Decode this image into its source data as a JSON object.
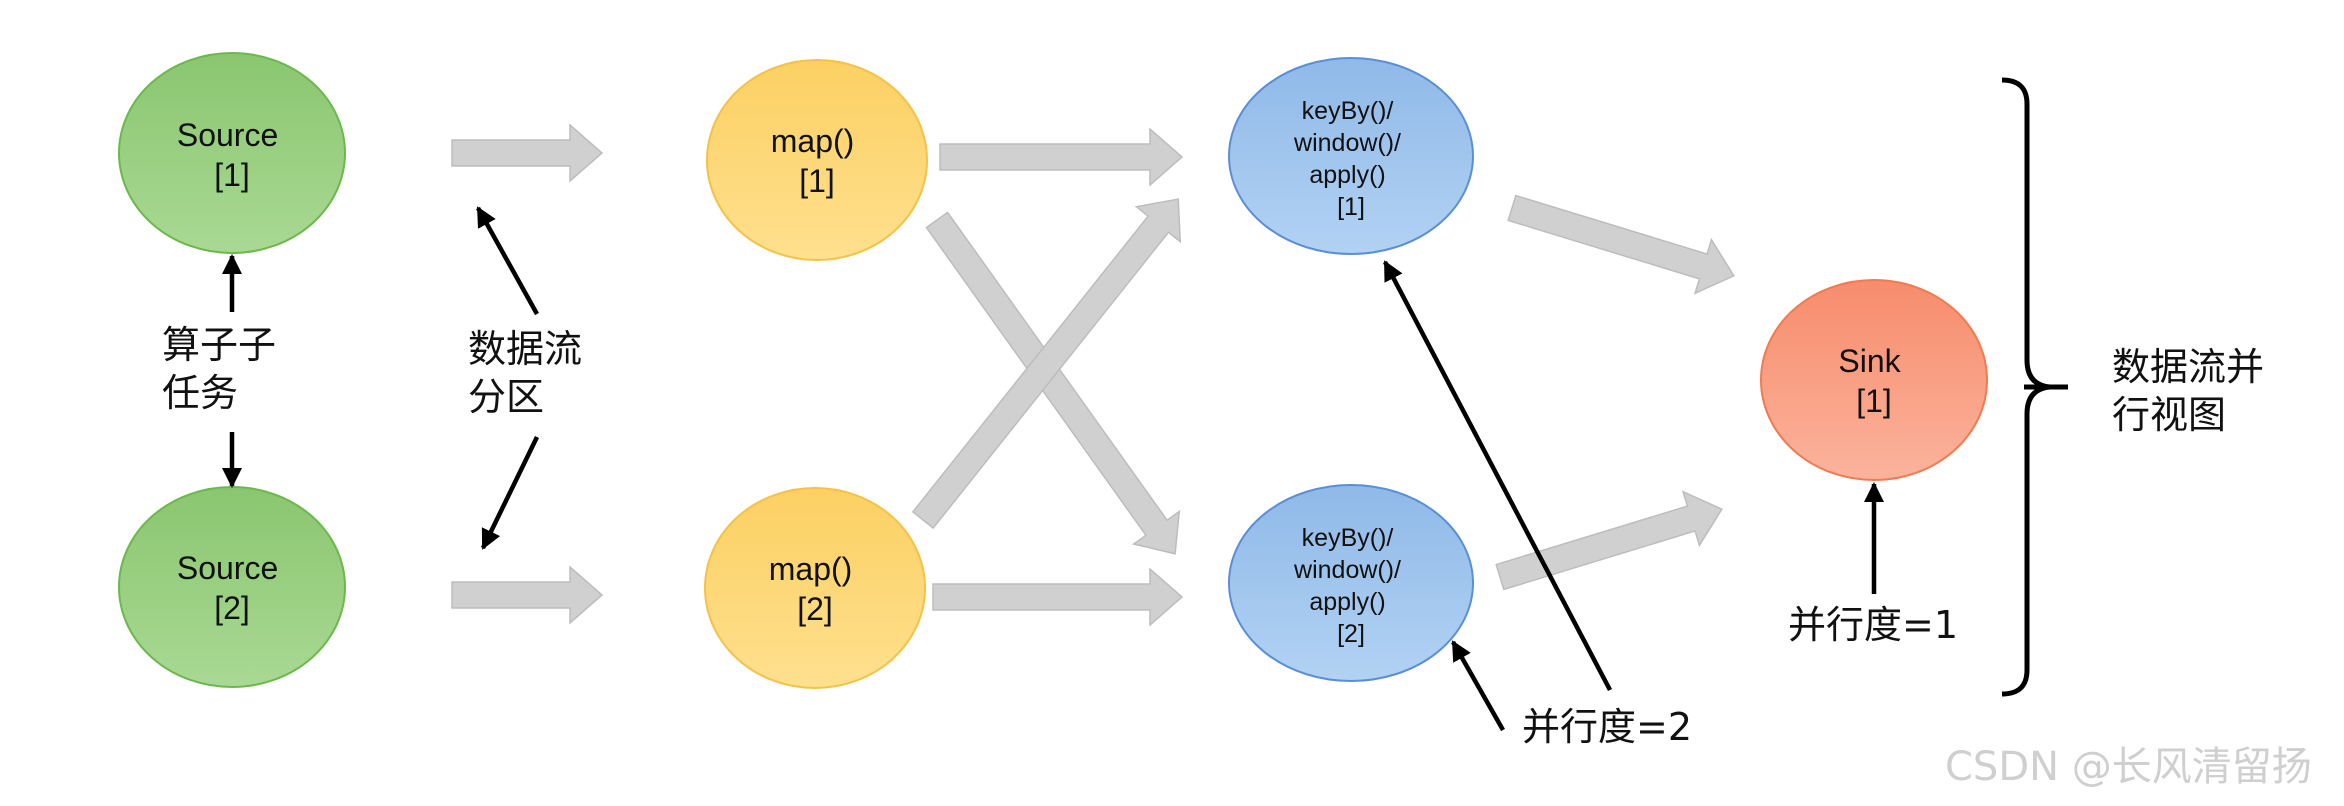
{
  "nodes": {
    "source1": {
      "lines": [
        "Source",
        "[1]"
      ],
      "color": "#93cc7b"
    },
    "source2": {
      "lines": [
        "Source",
        "[2]"
      ],
      "color": "#93cc7b"
    },
    "map1": {
      "lines": [
        "map()",
        "[1]"
      ],
      "color": "#fdd76e"
    },
    "map2": {
      "lines": [
        "map()",
        "[2]"
      ],
      "color": "#fdd76e"
    },
    "keyby1": {
      "lines": [
        "keyBy()/",
        "window()/",
        "apply()",
        "[1]"
      ],
      "color": "#9dc3ec"
    },
    "keyby2": {
      "lines": [
        "keyBy()/",
        "window()/",
        "apply()",
        "[2]"
      ],
      "color": "#9dc3ec"
    },
    "sink": {
      "lines": [
        "Sink",
        "[1]"
      ],
      "color": "#f9a184"
    }
  },
  "labels": {
    "operator_subtask": [
      "算子子",
      "任务"
    ],
    "stream_partition": [
      "数据流",
      "分区"
    ],
    "parallelism_2": "并行度=2",
    "parallelism_1": "并行度=1",
    "parallel_view": [
      "数据流并",
      "行视图"
    ]
  },
  "watermark": "CSDN @长风清留扬",
  "colors": {
    "green_stroke": "#6cb84d",
    "yellow_stroke": "#f4c247",
    "blue_stroke": "#5a8fd6",
    "red_stroke": "#ef7b52",
    "flow_arrow": "#d0d0d0"
  }
}
